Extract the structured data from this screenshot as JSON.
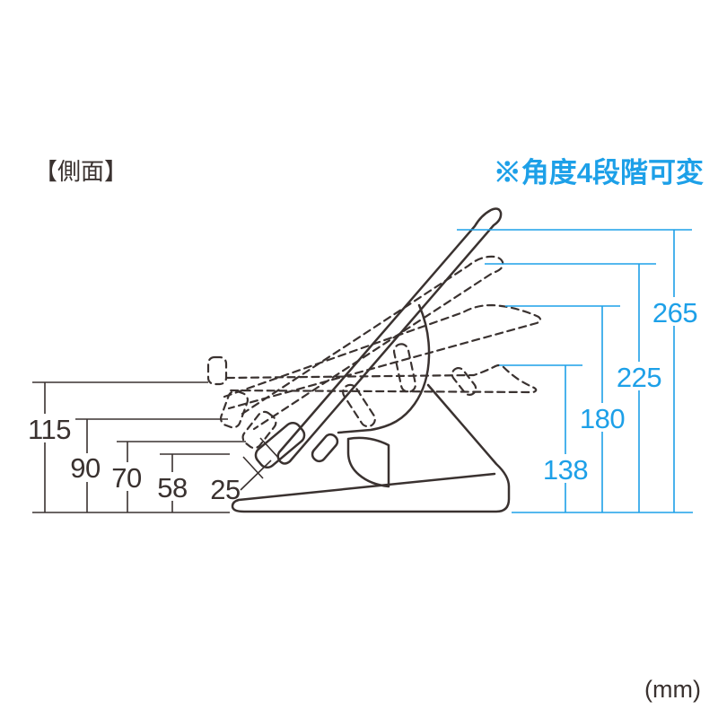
{
  "title": "【側面】",
  "note": "※角度4段階可変",
  "unit_label": "(mm)",
  "colors": {
    "accent_blue": "#1da0e8",
    "line_ink": "#3a3230"
  },
  "dimensions": {
    "left_heights_mm": [
      "115",
      "90",
      "70",
      "58"
    ],
    "lip_depth_mm": "25",
    "right_heights_mm": [
      "265",
      "225",
      "180",
      "138"
    ]
  }
}
